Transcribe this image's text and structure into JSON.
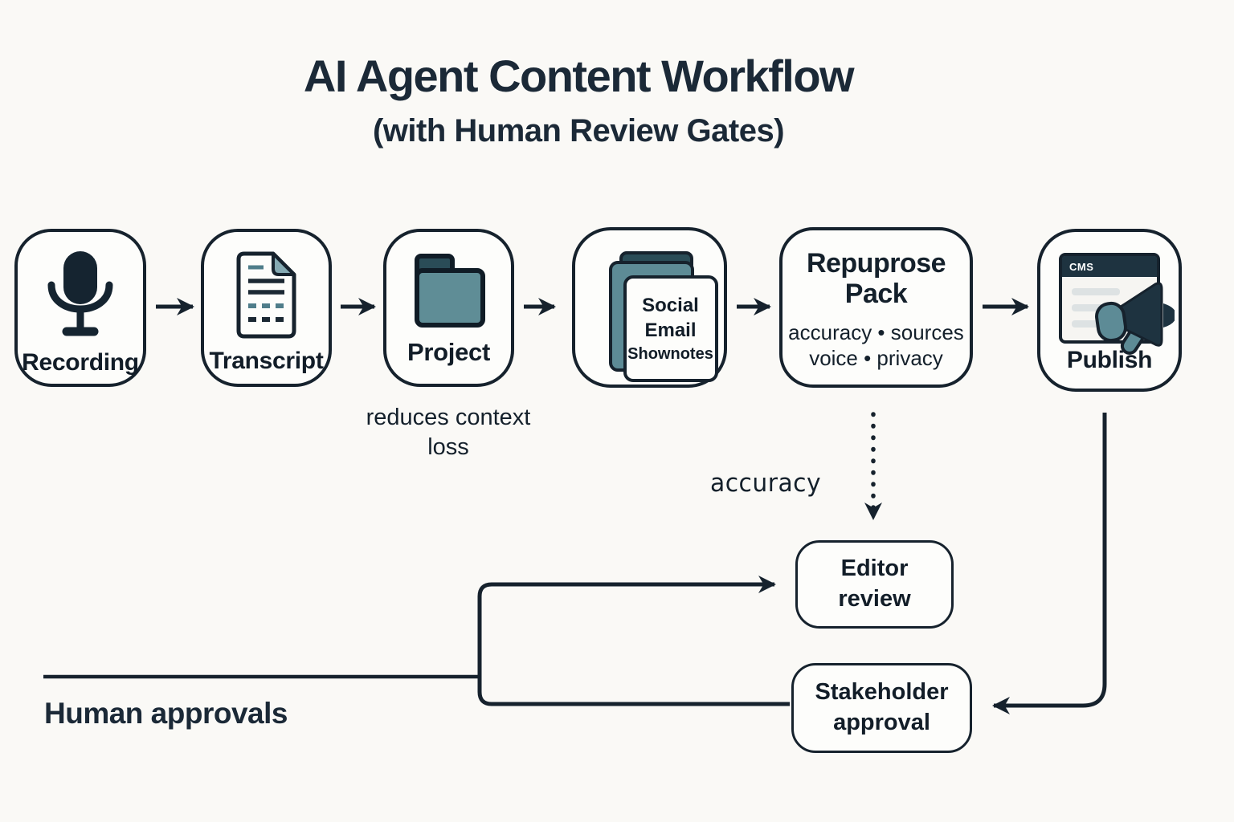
{
  "title": "AI Agent Content Workflow",
  "subtitle": "(with Human Review Gates)",
  "flow": {
    "nodes": [
      {
        "id": "recording",
        "label": "Recording",
        "icon": "microphone-icon"
      },
      {
        "id": "transcript",
        "label": "Transcript",
        "icon": "document-icon"
      },
      {
        "id": "project",
        "label": "Project",
        "icon": "folder-icon",
        "note": "reduces context loss"
      },
      {
        "id": "outputs",
        "icon": "stacked-cards-icon",
        "card_lines": [
          "Social",
          "Email",
          "Shownotes"
        ]
      },
      {
        "id": "repurpose-pack",
        "title": "Repuprose Pack",
        "checks_line1": "accuracy • sources",
        "checks_line2": "voice • privacy"
      },
      {
        "id": "publish",
        "label": "Publish",
        "icon": "cms-window-icon",
        "cms_badge": "CMS"
      }
    ],
    "review_gates": {
      "editor": "Editor review",
      "stakeholder": "Stakeholder approval"
    },
    "edge_labels": {
      "accuracy_gate": "accuracy"
    },
    "lane_label": "Human approvals",
    "edges": [
      "recording → transcript",
      "transcript → project",
      "project → outputs",
      "outputs → repurpose-pack",
      "repurpose-pack → publish",
      "repurpose-pack ⇢ editor-review (dotted, accuracy)",
      "human-approvals-lane → editor-review",
      "human-approvals-lane → stakeholder-approval",
      "publish → stakeholder-approval"
    ]
  },
  "colors": {
    "ink": "#16222d",
    "teal": "#5d8b96",
    "teal_dark": "#2a4c57",
    "page_fold_teal": "#85aab3",
    "background": "#faf9f6"
  }
}
